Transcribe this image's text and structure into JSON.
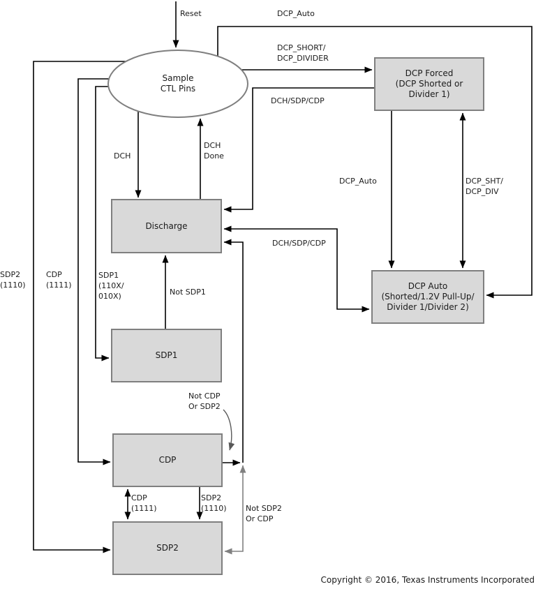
{
  "diagram": {
    "nodes": {
      "sample_ctl_pins": {
        "label": "Sample\nCTL Pins"
      },
      "dcp_forced": {
        "label": "DCP Forced\n(DCP Shorted or\nDivider 1)"
      },
      "discharge": {
        "label": "Discharge"
      },
      "dcp_auto": {
        "label": "DCP Auto\n(Shorted/1.2V Pull-Up/\nDivider 1/Divider 2)"
      },
      "sdp1": {
        "label": "SDP1"
      },
      "cdp": {
        "label": "CDP"
      },
      "sdp2": {
        "label": "SDP2"
      }
    },
    "edge_labels": {
      "reset": "Reset",
      "dcp_auto_top": "DCP_Auto",
      "dcp_short_divider": "DCP_SHORT/\nDCP_DIVIDER",
      "dch_sdp_cdp_top": "DCH/SDP/CDP",
      "dch": "DCH",
      "dch_done": "DCH\nDone",
      "dcp_auto_mid": "DCP_Auto",
      "dcp_sht_div": "DCP_SHT/\nDCP_DIV",
      "dch_sdp_cdp_mid": "DCH/SDP/CDP",
      "sdp2_1110_left": "SDP2\n(1110)",
      "cdp_1111_left": "CDP\n(1111)",
      "sdp1_110x_010x": "SDP1\n(110X/\n010X)",
      "not_sdp1": "Not SDP1",
      "not_cdp_or_sdp2": "Not CDP\nOr SDP2",
      "cdp_1111_mid": "CDP\n(1111)",
      "sdp2_1110_mid": "SDP2\n(1110)",
      "not_sdp2_or_cdp": "Not SDP2\nOr CDP"
    },
    "footer": {
      "copyright": "Copyright © 2016, Texas Instruments Incorporated"
    },
    "colors": {
      "background": "#ffffff",
      "node_fill": "#d9d9d9",
      "node_border": "#7f7f7f",
      "line": "#000000",
      "gray_line": "#808080",
      "text": "#1a1a1a"
    }
  }
}
